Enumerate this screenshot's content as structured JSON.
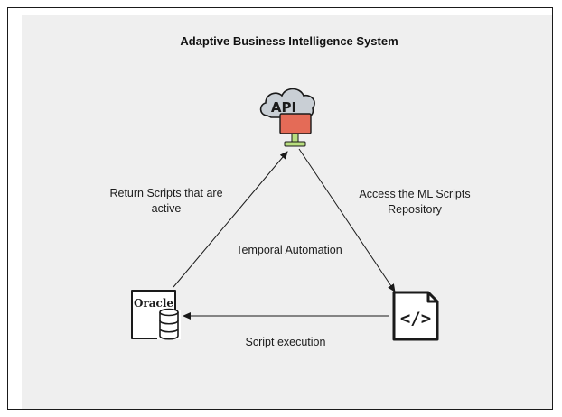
{
  "diagram": {
    "title": "Adaptive Business Intelligence System",
    "nodes": {
      "api": {
        "label": "API",
        "icon": "api-cloud-monitor-icon"
      },
      "oracle": {
        "label": "Oracle",
        "icon": "oracle-database-icon"
      },
      "code": {
        "label": "</>",
        "icon": "code-file-icon"
      }
    },
    "edges": {
      "oracle_to_api": {
        "line1": "Return Scripts that are",
        "line2": "active"
      },
      "api_to_code": {
        "line1": "Access the ML Scripts",
        "line2": "Repository"
      },
      "code_to_oracle": {
        "label": "Script execution"
      }
    },
    "center_label": "Temporal Automation",
    "colors": {
      "background": "#efefef",
      "monitor": "#e46b57",
      "monitor_stand": "#b8de7f",
      "cloud": "#c9cfd5",
      "stroke": "#1a1a1a"
    }
  }
}
